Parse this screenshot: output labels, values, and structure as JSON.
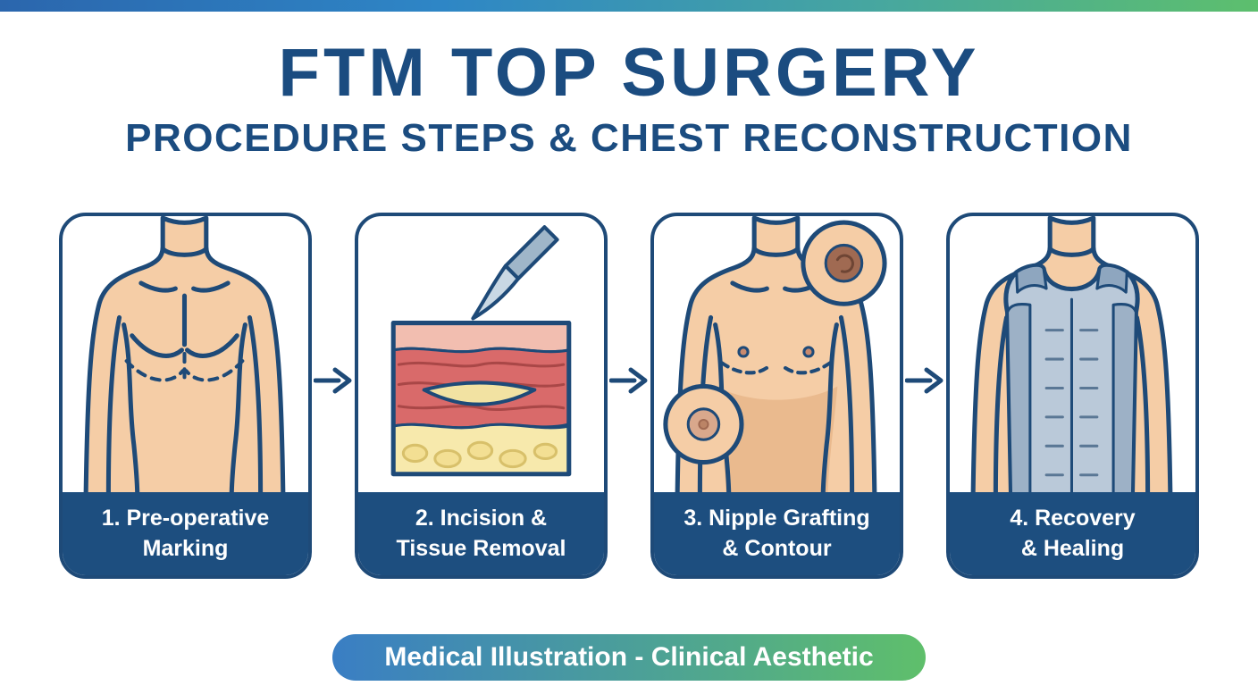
{
  "page": {
    "title": "FTM TOP SURGERY",
    "subtitle": "PROCEDURE STEPS & CHEST RECONSTRUCTION",
    "footer_banner": "Medical Illustration - Clinical Aesthetic"
  },
  "steps": [
    {
      "label": "1. Pre-operative\nMarking",
      "illustration": "torso-preop-marking"
    },
    {
      "label": "2. Incision &\nTissue Removal",
      "illustration": "tissue-cross-section-scalpel"
    },
    {
      "label": "3. Nipple Grafting\n& Contour",
      "illustration": "chest-nipple-grafts"
    },
    {
      "label": "4. Recovery\n& Healing",
      "illustration": "torso-compression-vest"
    }
  ],
  "colors": {
    "navy": "#1e4a78",
    "title_navy": "#1b4c80",
    "label_bar_navy": "#1d4e7f",
    "skin": "#f5cda6",
    "gradient_blue": "#2b66ad",
    "gradient_green": "#5dbf6d",
    "muscle_red": "#d96a6a",
    "fat_yellow": "#f7e9ac",
    "vest_blue_gray": "#bac9d9"
  }
}
